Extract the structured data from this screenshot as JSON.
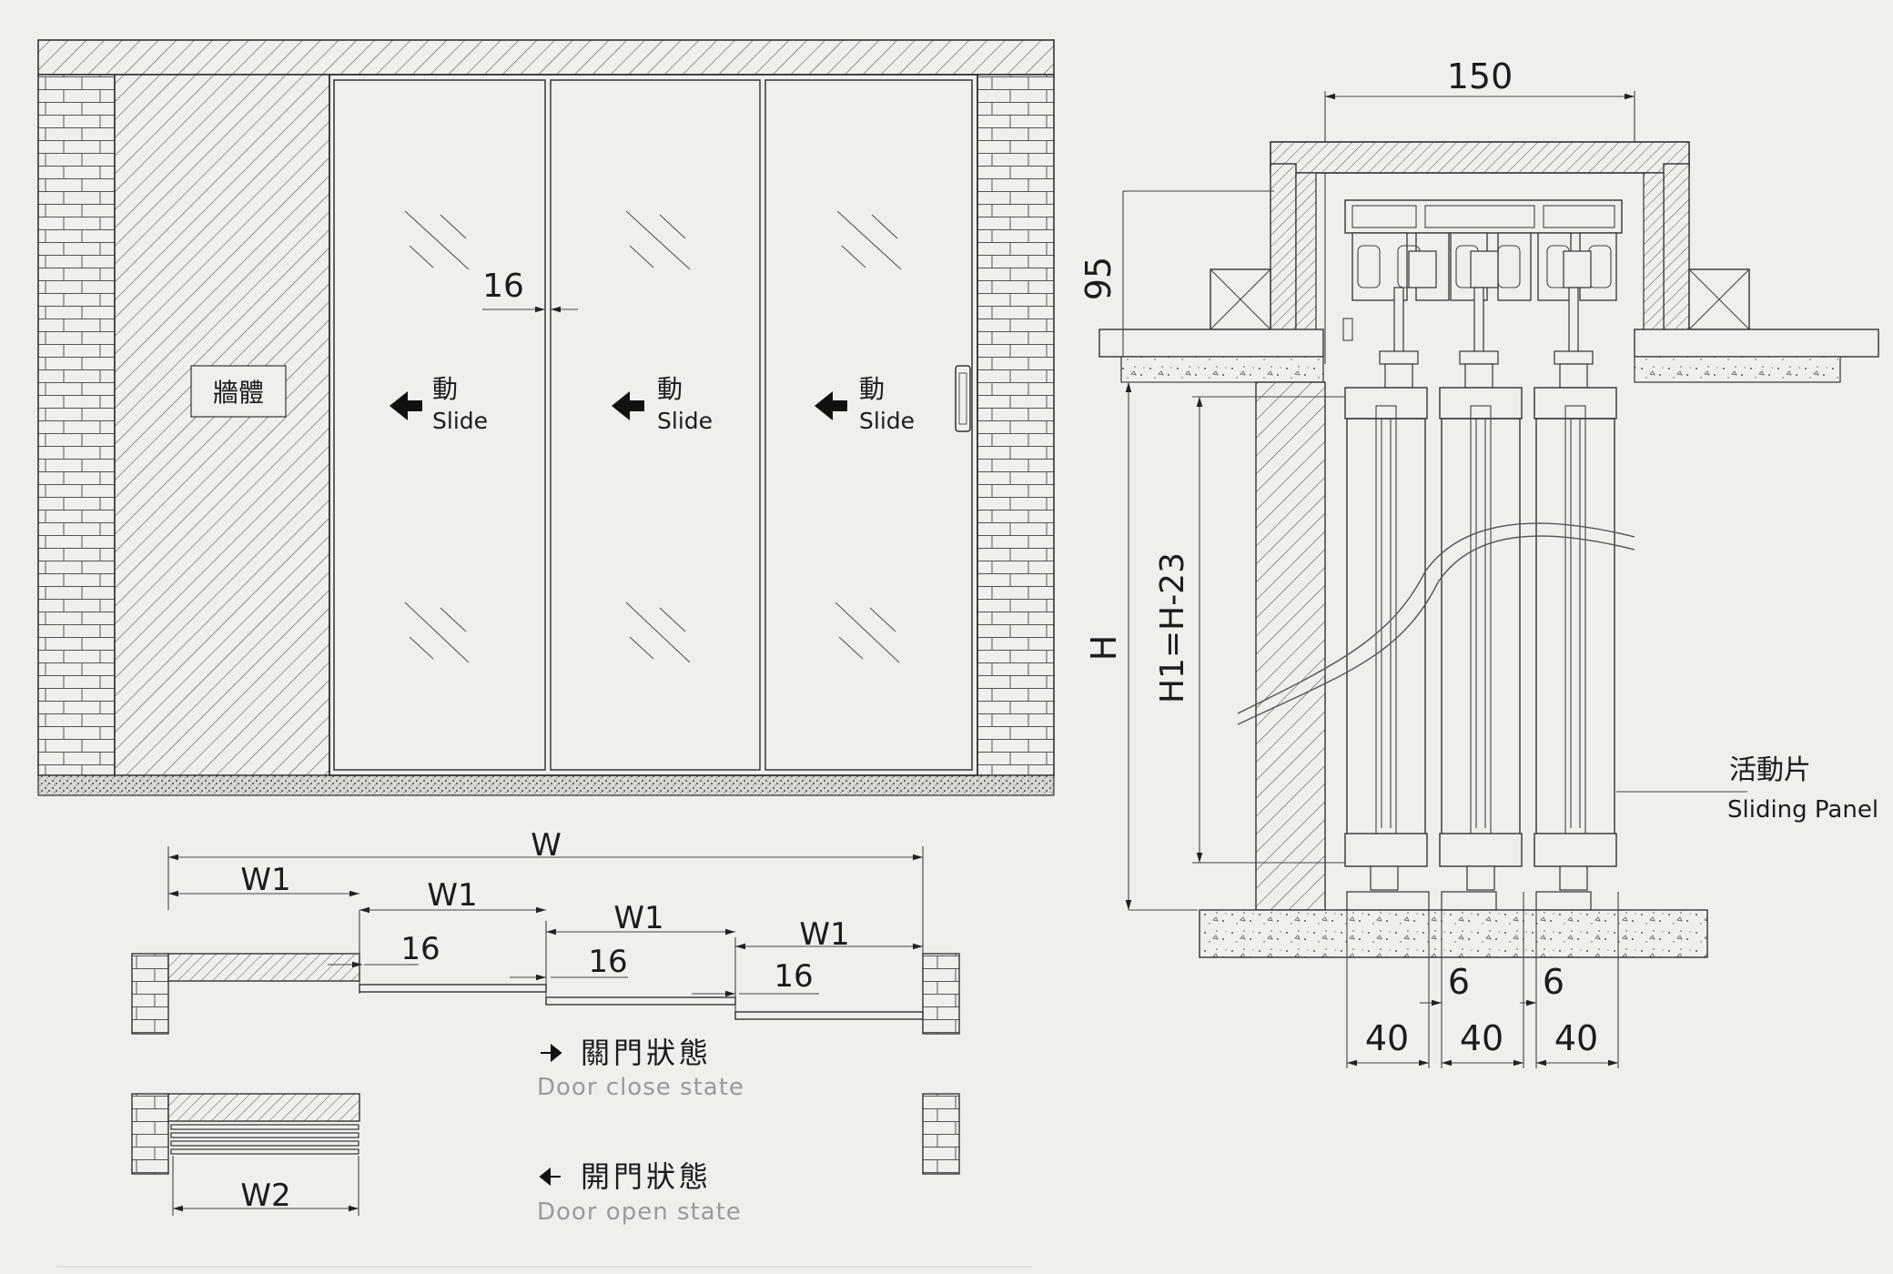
{
  "elevation": {
    "wall_label": "牆體",
    "panels": [
      {
        "action_cn": "動",
        "action_en": "Slide"
      },
      {
        "action_cn": "動",
        "action_en": "Slide"
      },
      {
        "action_cn": "動",
        "action_en": "Slide"
      }
    ],
    "gap_dim": "16"
  },
  "plan": {
    "total_width": "W",
    "panel_width": "W1",
    "overlap": "16",
    "stack_width": "W2",
    "close_state_cn": "關門狀態",
    "close_state_en": "Door close state",
    "open_state_cn": "開門狀態",
    "open_state_en": "Door open state"
  },
  "section": {
    "top_width": "150",
    "header_height": "95",
    "height": "H",
    "panel_height": "H1=H-23",
    "gap_1": "6",
    "gap_2": "6",
    "track_1": "40",
    "track_2": "40",
    "track_3": "40",
    "panel_label_cn": "活動片",
    "panel_label_en": "Sliding Panel"
  }
}
